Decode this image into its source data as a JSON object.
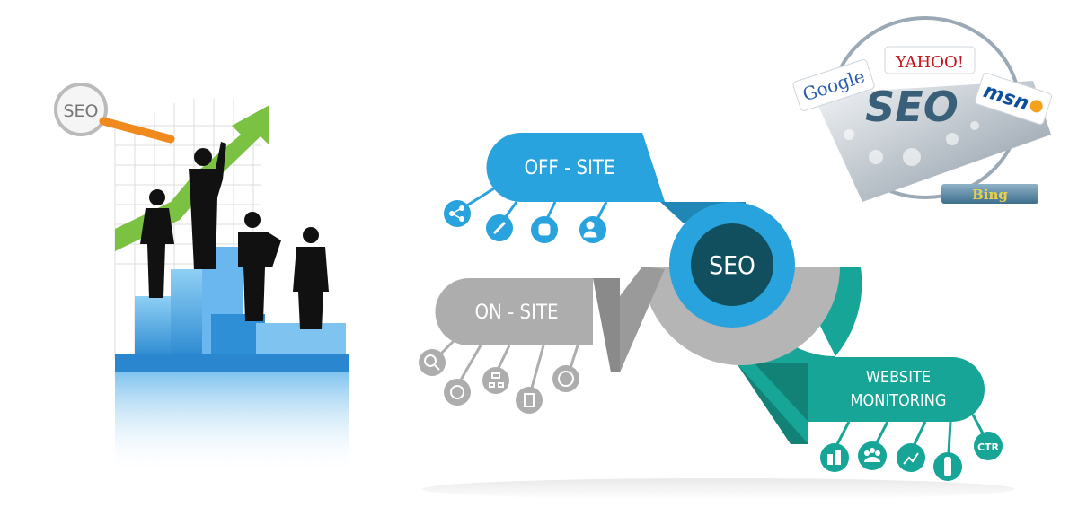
{
  "left_illustration": {
    "magnifier_label": "SEO",
    "arrow_color": "#7cc242",
    "buildings_color": "#3a9be0"
  },
  "diagram": {
    "center": {
      "label": "SEO",
      "inner_color": "#124f5e",
      "ring_color": "#29a3dd"
    },
    "off_site": {
      "label": "OFF - SITE",
      "color": "#29a3dd",
      "dark_color": "#1f86b6",
      "icons": [
        "share-icon",
        "link-icon",
        "blogger-icon",
        "user-sync-icon"
      ]
    },
    "on_site": {
      "label": "ON - SITE",
      "color": "#adadad",
      "dark_color": "#8a8a8a",
      "icons": [
        "search-icon",
        "gear-refresh-icon",
        "sitemap-icon",
        "document-icon",
        "speed-icon"
      ]
    },
    "website_monitoring": {
      "label_line1": "WEBSITE",
      "label_line2": "MONITORING",
      "color": "#17a597",
      "dark_color": "#128276",
      "icons": [
        "ranking-icon",
        "users-group-icon",
        "chart-icon",
        "traffic-light-icon",
        "ctr-icon"
      ],
      "ctr_label": "CTR"
    }
  },
  "search_engines_badge": {
    "title": "SEO",
    "engines": [
      "Google",
      "YAHOO!",
      "msn",
      "Bing"
    ]
  }
}
